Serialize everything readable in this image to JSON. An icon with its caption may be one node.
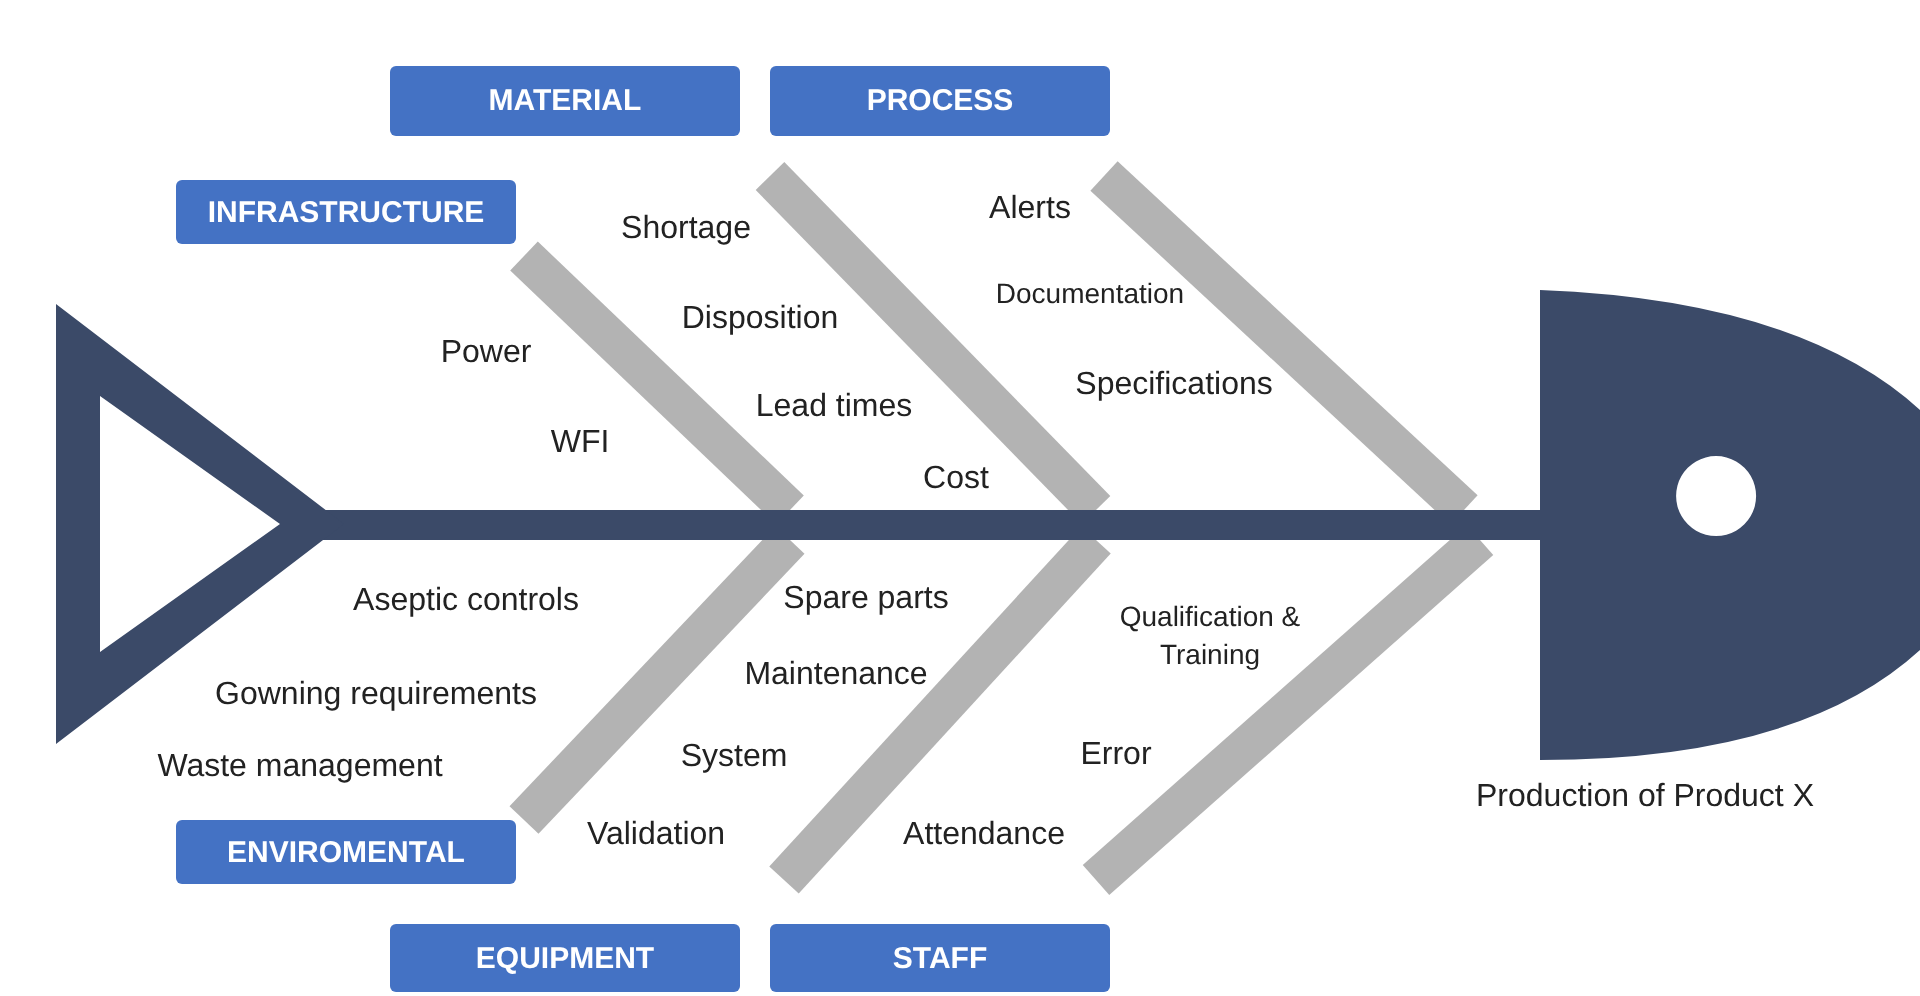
{
  "diagram": {
    "nodes": [
      {
        "text": [
          "MATERIAL"
        ]
      },
      {
        "text": [
          "PROCESS"
        ]
      },
      {
        "text": [
          "INFRASTRUCTURE"
        ]
      },
      {
        "text": [
          "ENVIROMENTAL"
        ]
      },
      {
        "text": [
          "EQUIPMENT"
        ]
      },
      {
        "text": [
          "STAFF"
        ]
      },
      {
        "text": [
          "Production of Product X"
        ]
      }
    ],
    "labels": [
      "Shortage",
      "Alerts",
      "Documentation",
      "Power",
      "Disposition",
      "Specifications",
      "WFI",
      "Lead times",
      "Cost",
      "Aseptic controls",
      "Spare parts",
      "Qualification & Training",
      "Maintenance",
      "Gowning requirements",
      "System",
      "Error",
      "Waste management",
      "Validation",
      "Attendance"
    ]
  }
}
